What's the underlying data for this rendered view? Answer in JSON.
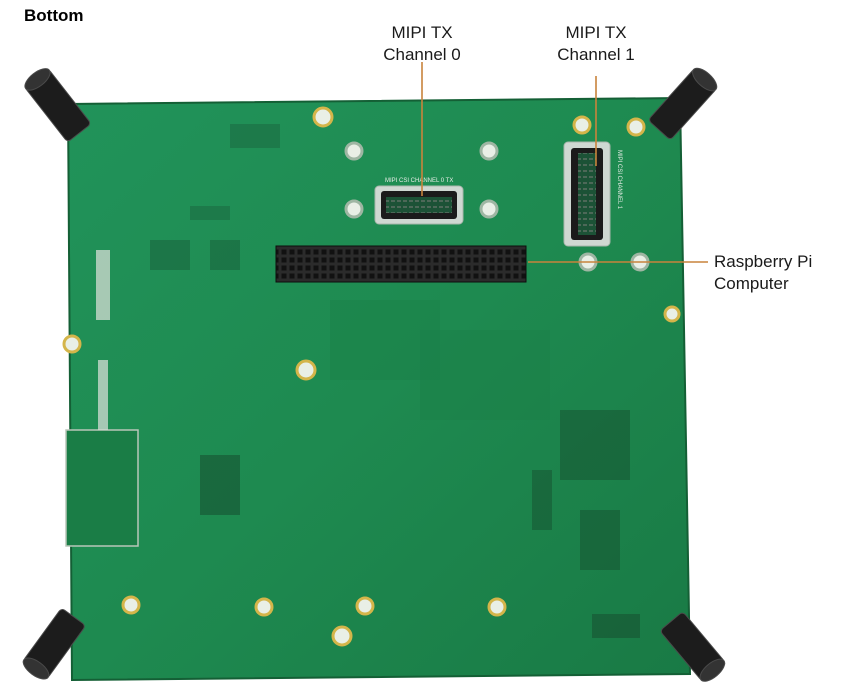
{
  "view_title": "Bottom",
  "callouts": {
    "channel0": {
      "line1": "MIPI TX",
      "line2": "Channel 0"
    },
    "channel1": {
      "line1": "MIPI TX",
      "line2": "Channel 1"
    },
    "raspberry_pi": {
      "line1": "Raspberry Pi",
      "line2": "Computer"
    }
  },
  "silkscreen": {
    "channel0_label": "MIPI CSI CHANNEL 0 TX",
    "channel1_label": "MIPI CSI CHANNEL 1"
  },
  "colors": {
    "pcb_green": "#1f8a4c",
    "pcb_dark": "#176b3a",
    "leader_line": "#c8843c",
    "standoff": "#1c1c1c",
    "connector": "#2a2a2a"
  }
}
